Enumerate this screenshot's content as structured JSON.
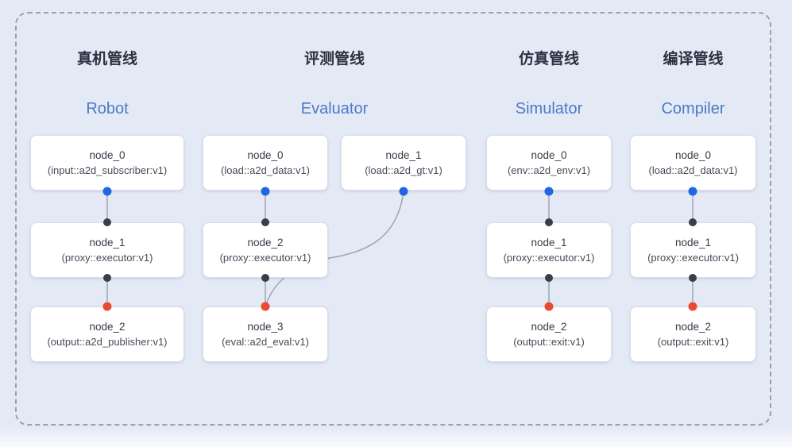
{
  "colors": {
    "canvas_bg": "#e4e9f6",
    "frame_border": "#99a1b1",
    "node_bg": "#ffffff",
    "node_border": "#d9dde7",
    "node_name_text": "#353b47",
    "node_type_text": "#454b57",
    "title_cn_color": "#2b3140",
    "title_en_color": "#4d7ac9",
    "dot_blue": "#2166e0",
    "dot_black": "#3a3e45",
    "dot_red": "#e84a33",
    "edge_line": "#9aa0ab"
  },
  "pipelines": [
    {
      "title_cn": "真机管线",
      "title_en": "Robot",
      "nodes": [
        {
          "name": "node_0",
          "type": "(input::a2d_subscriber:v1)"
        },
        {
          "name": "node_1",
          "type": "(proxy::executor:v1)"
        },
        {
          "name": "node_2",
          "type": "(output::a2d_publisher:v1)"
        }
      ]
    },
    {
      "title_cn": "评测管线",
      "title_en": "Evaluator",
      "nodes": [
        {
          "name": "node_0",
          "type": "(load::a2d_data:v1)"
        },
        {
          "name": "node_1",
          "type": "(load::a2d_gt:v1)"
        },
        {
          "name": "node_2",
          "type": "(proxy::executor:v1)"
        },
        {
          "name": "node_3",
          "type": "(eval::a2d_eval:v1)"
        }
      ]
    },
    {
      "title_cn": "仿真管线",
      "title_en": "Simulator",
      "nodes": [
        {
          "name": "node_0",
          "type": "(env::a2d_env:v1)"
        },
        {
          "name": "node_1",
          "type": "(proxy::executor:v1)"
        },
        {
          "name": "node_2",
          "type": "(output::exit:v1)"
        }
      ]
    },
    {
      "title_cn": "编译管线",
      "title_en": "Compiler",
      "nodes": [
        {
          "name": "node_0",
          "type": "(load::a2d_data:v1)"
        },
        {
          "name": "node_1",
          "type": "(proxy::executor:v1)"
        },
        {
          "name": "node_2",
          "type": "(output::exit:v1)"
        }
      ]
    }
  ]
}
